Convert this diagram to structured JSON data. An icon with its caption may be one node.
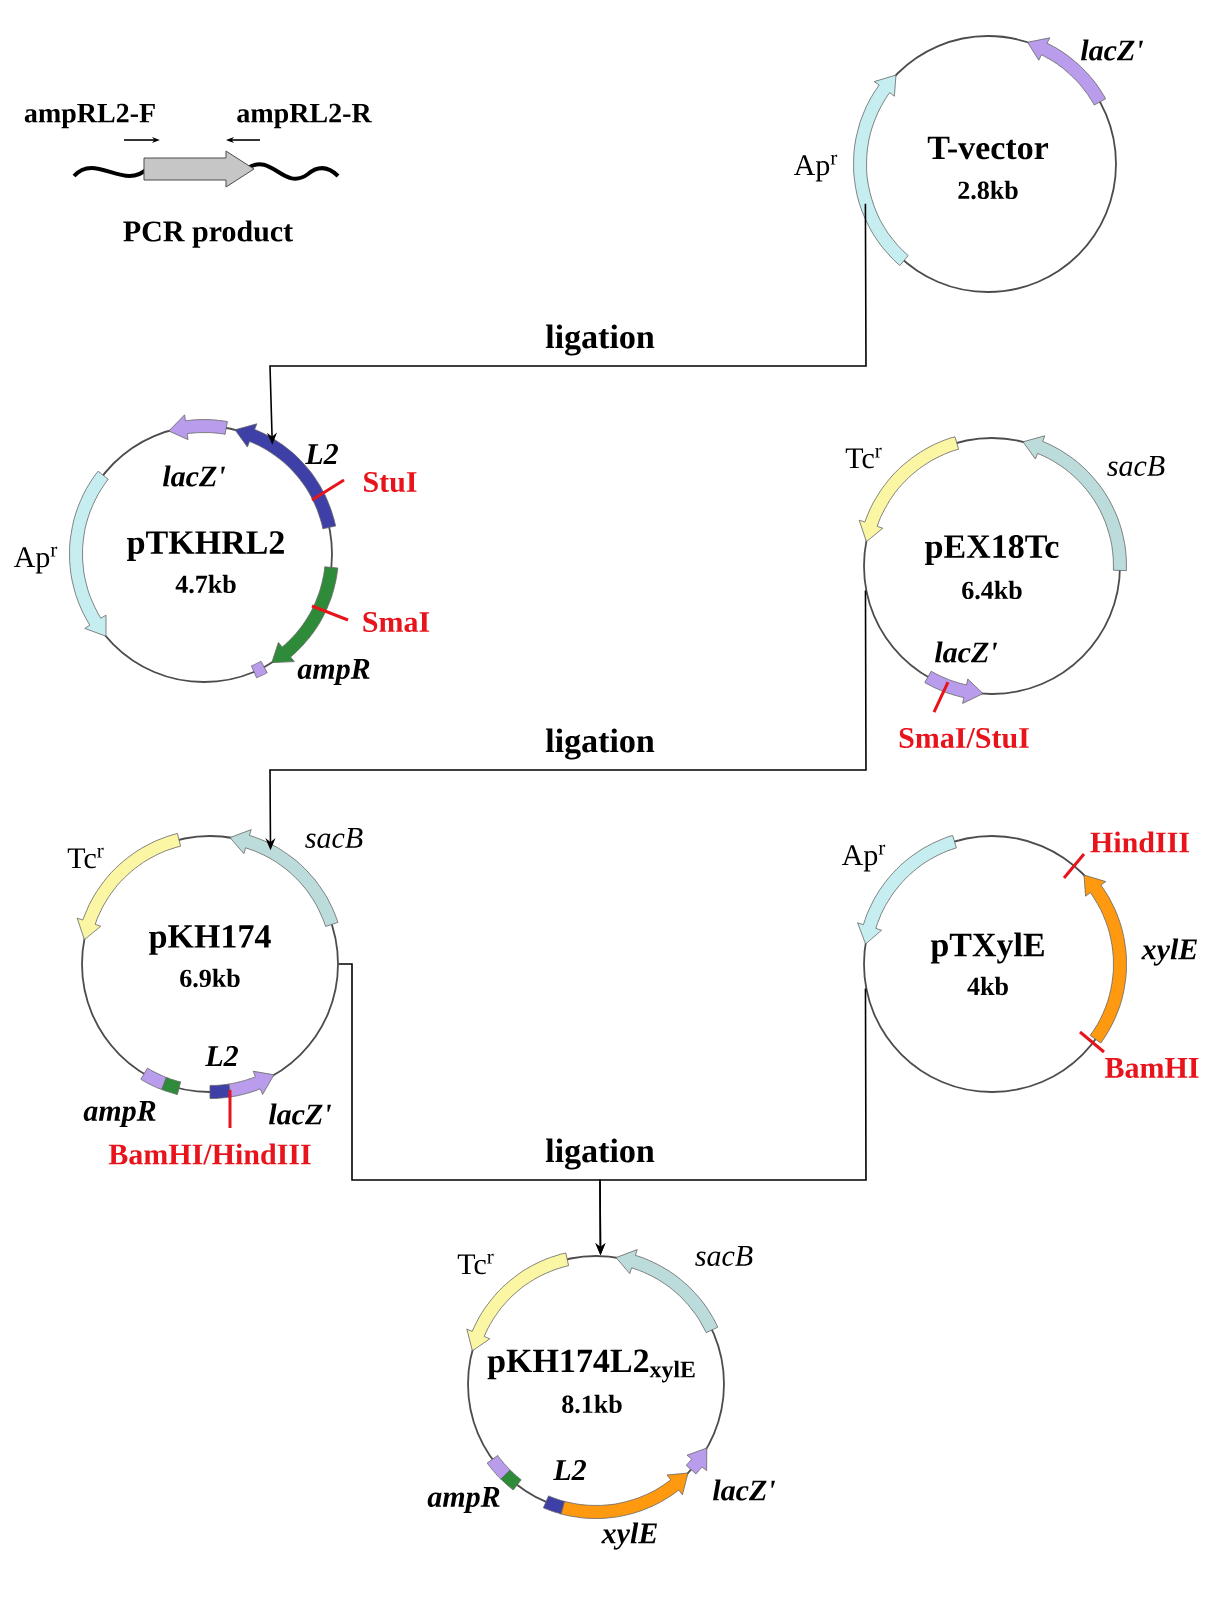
{
  "diagram": {
    "nodes": [
      {
        "text": [
          "PCR product"
        ],
        "beside": [
          "ampRL2-F",
          "ampRL2-R"
        ]
      },
      {
        "text": [
          "T-vector",
          "2.8kb"
        ],
        "beside": [
          "lacZ'",
          "Ap$^{r}$"
        ]
      },
      {
        "text": [
          "lacZ'",
          "pTKHRL2",
          "4.7kb"
        ],
        "beside": [
          "L2",
          "StuI",
          "Ap$^{r}$",
          "SmaI",
          "ampR"
        ]
      },
      {
        "text": [
          "pEX18Tc",
          "6.4kb",
          "lacZ'"
        ],
        "beside": [
          "Tc$^{r}$",
          "sacB",
          "SmaI/StuI"
        ]
      },
      {
        "text": [
          "pKH174",
          "6.9kb",
          "L2"
        ],
        "beside": [
          "Tc$^{r}$",
          "sacB",
          "ampR",
          "lacZ'",
          "BamHI/HindIII"
        ]
      },
      {
        "text": [
          "pTXylE",
          "4kb"
        ],
        "beside": [
          "Ap$^{r}$",
          "HindIII",
          "xylE",
          "BamHI"
        ]
      },
      {
        "text": [
          "pKH174L2$_{xylE}$",
          "8.1kb",
          "L2"
        ],
        "beside": [
          "Tc$^{r}$",
          "sacB",
          "ampR",
          "lacZ'",
          "xylE"
        ]
      }
    ],
    "edges": [
      {
        "from": 1,
        "to": 2,
        "arrow": "to",
        "label": "ligation"
      },
      {
        "from": 3,
        "to": 4,
        "arrow": "to",
        "label": "ligation"
      },
      {
        "from": 4,
        "to": 6,
        "arrow": "to",
        "label": "ligation"
      },
      {
        "from": 5,
        "to": 6,
        "arrow": "to"
      }
    ]
  }
}
